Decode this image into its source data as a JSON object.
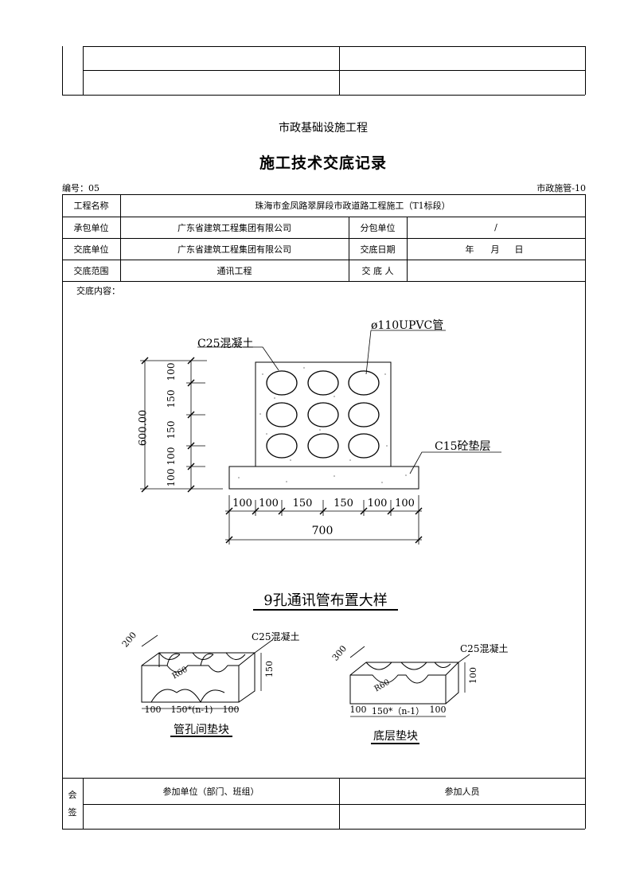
{
  "header": {
    "subtitle": "市政基础设施工程",
    "title": "施工技术交底记录",
    "number": "编号：05",
    "form_code": "市政施管-10"
  },
  "info": {
    "project_name_label": "工程名称",
    "project_name": "珠海市金凤路翠屏段市政道路工程施工（T1标段）",
    "contractor_label": "承包单位",
    "contractor": "广东省建筑工程集团有限公司",
    "subcontractor_label": "分包单位",
    "subcontractor": "/",
    "disclosure_unit_label": "交底单位",
    "disclosure_unit": "广东省建筑工程集团有限公司",
    "disclosure_date_label": "交底日期",
    "date_year": "年",
    "date_month": "月",
    "date_day": "日",
    "scope_label": "交底范围",
    "scope": "通讯工程",
    "discloser_label": "交 底 人",
    "content_label": "交底内容："
  },
  "drawing": {
    "concrete_label": "C25混凝土",
    "pipe_label": "ø110UPVC管",
    "cushion_label": "C15砼垫层",
    "height_total": "600.00",
    "dims_v": [
      "100",
      "150",
      "150",
      "100",
      "100"
    ],
    "dims_h": [
      "100",
      "100",
      "150",
      "150",
      "100",
      "100"
    ],
    "width_total": "700",
    "title": "9孔通讯管布置大样",
    "left_block": {
      "depth": "200",
      "concrete": "C25混凝土",
      "height": "150",
      "radius": "R60",
      "dims": [
        "100",
        "150*(n-1)",
        "100"
      ],
      "caption": "管孔间垫块"
    },
    "right_block": {
      "depth": "300",
      "concrete": "C25混凝土",
      "height": "100",
      "radius": "R60",
      "dims": [
        "100",
        "150*（n-1）",
        "100"
      ],
      "caption": "底层垫块"
    }
  },
  "sign": {
    "label_top": "会",
    "label_bottom": "签",
    "units_header": "参加单位（部门、班组）",
    "people_header": "参加人员"
  }
}
